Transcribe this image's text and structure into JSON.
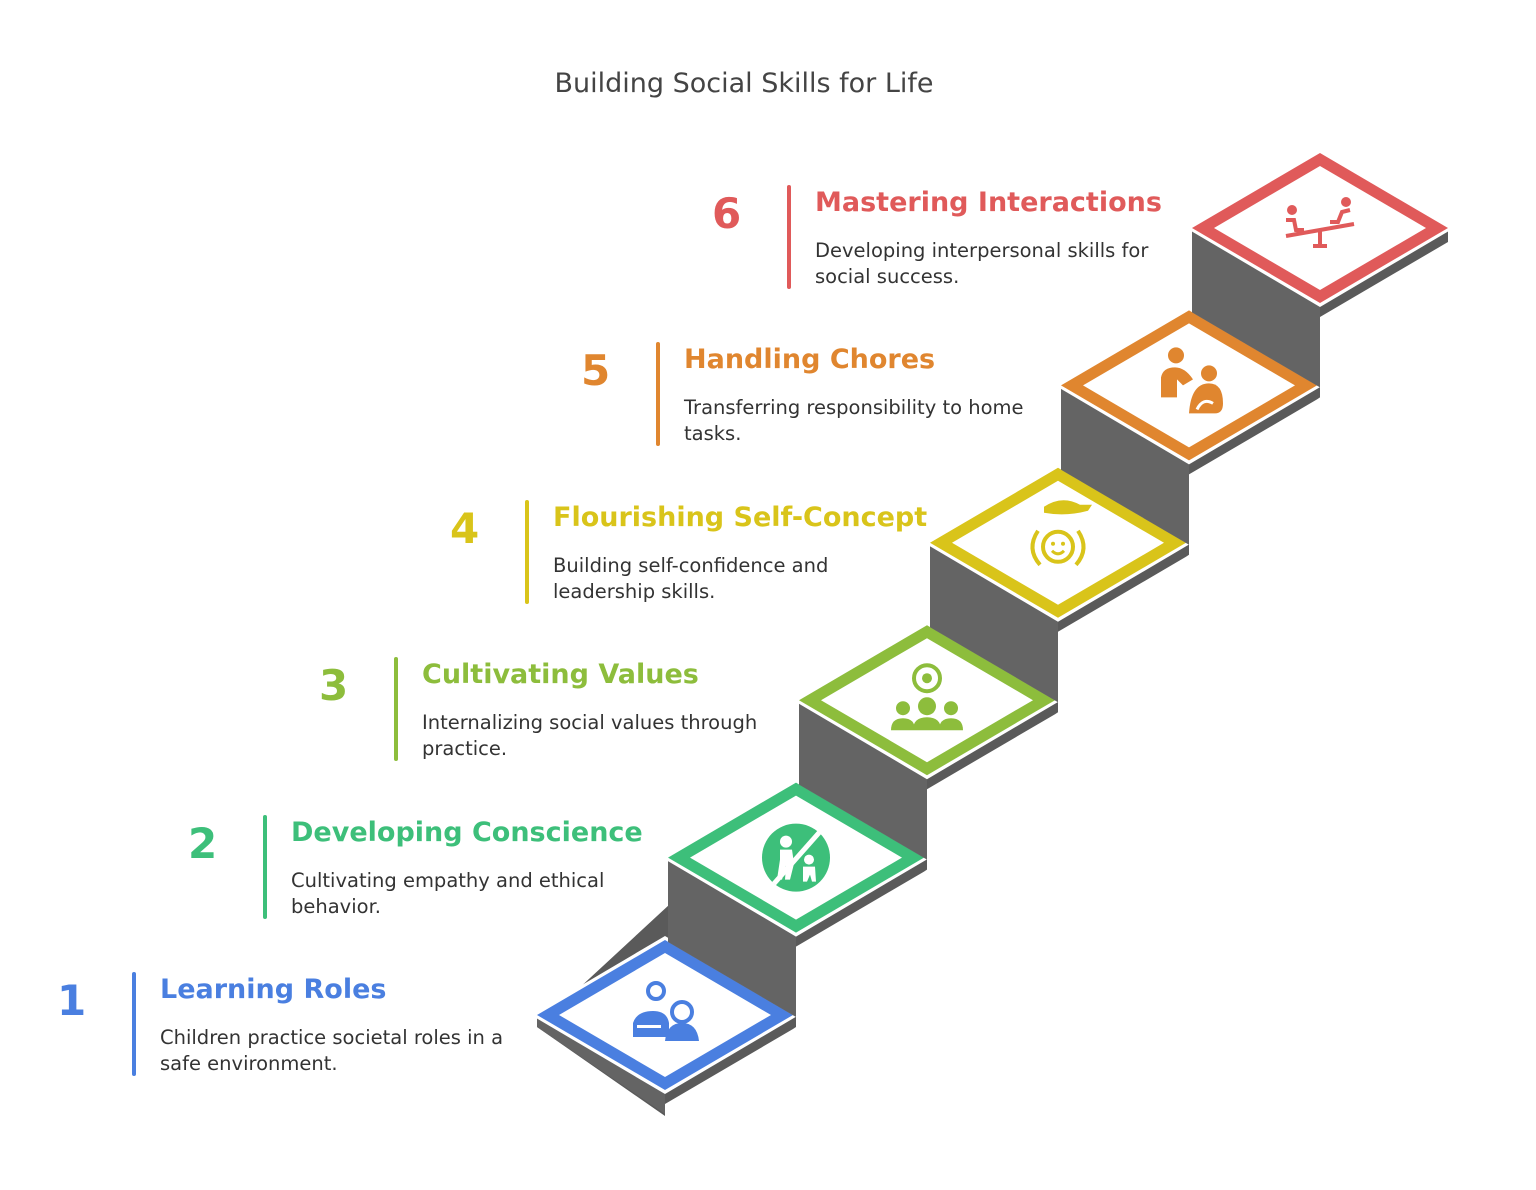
{
  "title": "Building Social Skills for Life",
  "steps": [
    {
      "number": "1",
      "title": "Learning Roles",
      "description": "Children practice societal roles in a safe environment.",
      "color": "#4a7fe0",
      "icon": "role-play-icon"
    },
    {
      "number": "2",
      "title": "Developing Conscience",
      "description": "Cultivating empathy and ethical behavior.",
      "color": "#3dbf7a",
      "icon": "no-bullying-icon"
    },
    {
      "number": "3",
      "title": "Cultivating Values",
      "description": "Internalizing social values through practice.",
      "color": "#8dbd3c",
      "icon": "team-sport-icon"
    },
    {
      "number": "4",
      "title": "Flourishing Self-Concept",
      "description": "Building self-confidence and leadership skills.",
      "color": "#d9c41a",
      "icon": "happy-child-icon"
    },
    {
      "number": "5",
      "title": "Handling Chores",
      "description": "Transferring responsibility to home tasks.",
      "color": "#e0862f",
      "icon": "parent-child-icon"
    },
    {
      "number": "6",
      "title": "Mastering Interactions",
      "description": "Developing interpersonal skills for social success.",
      "color": "#e05a5a",
      "icon": "seesaw-icon"
    }
  ]
}
